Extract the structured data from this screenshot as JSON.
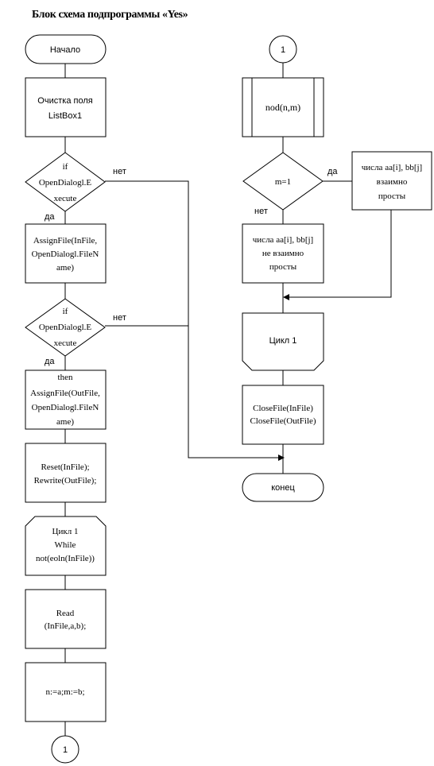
{
  "title": "Блок схема подпрограммы «Yes»",
  "blocks": {
    "start": "Начало",
    "clear": [
      "Очистка поля",
      "ListBox1"
    ],
    "if1": [
      "if",
      "OpenDialogl.E",
      "xecute"
    ],
    "assign_in": [
      "AssignFile(InFile,",
      "OpenDialogl.FileN",
      "ame)"
    ],
    "if2": [
      "if",
      "OpenDialogl.E",
      "xecute"
    ],
    "assign_out": [
      "then",
      "AssignFile(OutFile,",
      "OpenDialogl.FileN",
      "ame)"
    ],
    "reset": [
      "Reset(InFile);",
      "Rewrite(OutFile);"
    ],
    "loop_start": [
      "Цикл 1",
      "While",
      "not(eoln(InFile))"
    ],
    "read": [
      "Read",
      "(InFile,a,b);"
    ],
    "assign_nm": "n:=a;m:=b;",
    "connector_bottom": "1",
    "connector_top": "1",
    "nod": "nod(n,m)",
    "cond_m": "m=1",
    "coprime": [
      "числа aa[i], bb[j]",
      "взаимно",
      "просты"
    ],
    "not_coprime": [
      "числа aa[i], bb[j]",
      "не взаимно",
      "просты"
    ],
    "loop_end": "Цикл 1",
    "close": [
      "CloseFile(InFile)",
      "CloseFile(OutFile)"
    ],
    "end": "конец"
  },
  "labels": {
    "yes": "да",
    "no": "нет"
  }
}
